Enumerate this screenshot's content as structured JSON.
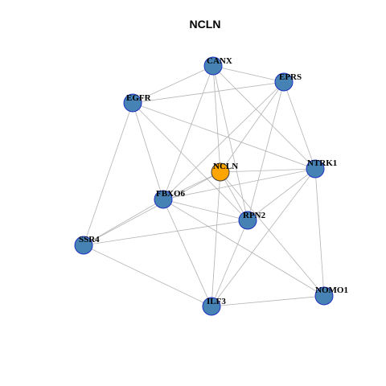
{
  "graph": {
    "title": "NCLN",
    "colors": {
      "node_default": "#4682B4",
      "node_highlight": "#FFA500",
      "node_border_default": "#1F2FC0",
      "node_border_highlight": "#3A3A3A",
      "edge": "#B3B3B3"
    },
    "nodes": [
      {
        "id": "CANX",
        "label": "CANX",
        "highlight": false
      },
      {
        "id": "EPRS",
        "label": "EPRS",
        "highlight": false
      },
      {
        "id": "EGFR",
        "label": "EGFR",
        "highlight": false
      },
      {
        "id": "NCLN",
        "label": "NCLN",
        "highlight": true
      },
      {
        "id": "NTRK1",
        "label": "NTRK1",
        "highlight": false
      },
      {
        "id": "FBXO6",
        "label": "FBXO6",
        "highlight": false
      },
      {
        "id": "RPN2",
        "label": "RPN2",
        "highlight": false
      },
      {
        "id": "SSR4",
        "label": "SSR4",
        "highlight": false
      },
      {
        "id": "NOMO1",
        "label": "NOMO1",
        "highlight": false
      },
      {
        "id": "ILF3",
        "label": "ILF3",
        "highlight": false
      }
    ],
    "edges": [
      [
        "CANX",
        "EPRS"
      ],
      [
        "CANX",
        "EGFR"
      ],
      [
        "CANX",
        "NCLN"
      ],
      [
        "CANX",
        "NTRK1"
      ],
      [
        "CANX",
        "FBXO6"
      ],
      [
        "CANX",
        "RPN2"
      ],
      [
        "EPRS",
        "EGFR"
      ],
      [
        "EPRS",
        "NCLN"
      ],
      [
        "EPRS",
        "NTRK1"
      ],
      [
        "EPRS",
        "FBXO6"
      ],
      [
        "EPRS",
        "RPN2"
      ],
      [
        "EGFR",
        "NTRK1"
      ],
      [
        "EGFR",
        "FBXO6"
      ],
      [
        "EGFR",
        "SSR4"
      ],
      [
        "EGFR",
        "RPN2"
      ],
      [
        "NCLN",
        "NTRK1"
      ],
      [
        "NCLN",
        "FBXO6"
      ],
      [
        "NCLN",
        "RPN2"
      ],
      [
        "NCLN",
        "SSR4"
      ],
      [
        "NCLN",
        "NOMO1"
      ],
      [
        "NCLN",
        "ILF3"
      ],
      [
        "NTRK1",
        "RPN2"
      ],
      [
        "NTRK1",
        "NOMO1"
      ],
      [
        "NTRK1",
        "ILF3"
      ],
      [
        "NTRK1",
        "FBXO6"
      ],
      [
        "FBXO6",
        "RPN2"
      ],
      [
        "FBXO6",
        "SSR4"
      ],
      [
        "FBXO6",
        "ILF3"
      ],
      [
        "FBXO6",
        "NOMO1"
      ],
      [
        "RPN2",
        "SSR4"
      ],
      [
        "RPN2",
        "ILF3"
      ],
      [
        "SSR4",
        "ILF3"
      ],
      [
        "ILF3",
        "NOMO1"
      ]
    ]
  }
}
